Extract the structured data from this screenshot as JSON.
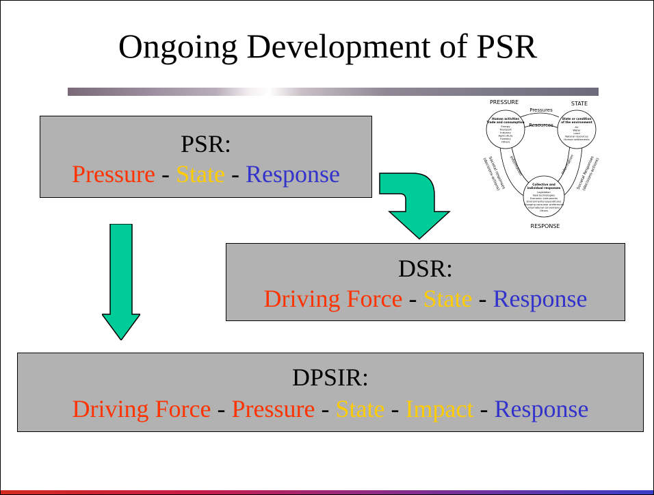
{
  "title": "Ongoing Development of PSR",
  "colors": {
    "driver_pressure": "#ff3300",
    "state_impact": "#ffcc00",
    "response": "#3333cc",
    "box_fill": "#b2b2b2",
    "arrow_fill": "#00cc99"
  },
  "psr": {
    "heading": "PSR:",
    "terms": [
      "Pressure",
      "State",
      "Response"
    ],
    "sep": " - "
  },
  "dsr": {
    "heading": "DSR:",
    "terms": [
      "Driving Force",
      "State",
      "Response"
    ],
    "sep": " - "
  },
  "dpsir": {
    "heading": "DPSIR:",
    "terms": [
      "Driving Force",
      "Pressure",
      "State",
      "Impact",
      "Response"
    ],
    "sep": " - "
  },
  "cycle": {
    "pressure_label": "PRESSURE",
    "state_label": "STATE",
    "response_label": "RESPONSE",
    "arc_pressures": "Pressures",
    "arc_resources": "Resources",
    "arc_information_left": "Information",
    "arc_information_right": "Information",
    "arc_societal_left": "Societal responses",
    "arc_societal_left_sub": "(decisions-actions)",
    "arc_societal_right": "Societal Responses",
    "arc_societal_right_sub": "(decisions-actions)",
    "pressure_circle": {
      "title": "Human activities",
      "subtitle": "Trade and consumption",
      "items": [
        "Energy",
        "Transport",
        "Industry",
        "Agriculture",
        "Forestry",
        "Others"
      ]
    },
    "state_circle": {
      "title": "State or condition",
      "subtitle": "of the environment",
      "items": [
        "Air",
        "Water",
        "Land",
        "Natural resources",
        "Human settlements"
      ]
    },
    "response_circle": {
      "title": "Collective and",
      "subtitle": "individual responses",
      "items": [
        "Legislation",
        "New technologies",
        "Economic instruments",
        "Environmental expenditures",
        "Changing consumer preferences",
        "International conventions",
        "Others"
      ]
    }
  }
}
